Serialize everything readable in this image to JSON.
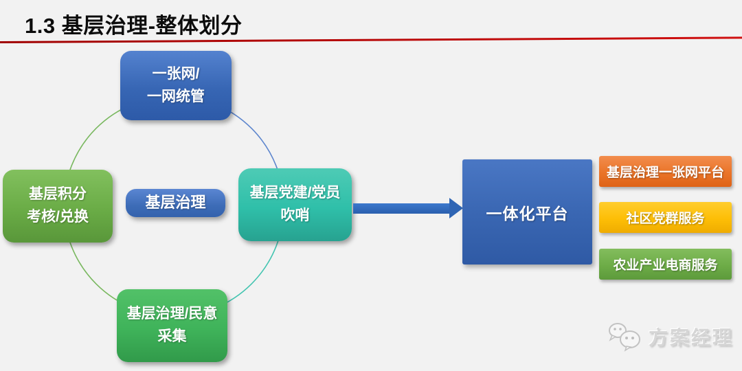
{
  "title": "1.3 基层治理-整体划分",
  "accent": {
    "background": "#f2f2f2",
    "title_rule": "#c00000",
    "arrow": "#2f65b4",
    "circle_arc_green": "#6cb14f",
    "circle_arc_blue": "#4b79c9",
    "circle_arc_teal": "#2fbfa9"
  },
  "diagram": {
    "center_node": {
      "label": "基层治理",
      "color": "#3d6cb7"
    },
    "nodes": {
      "top": {
        "line1": "一张网/",
        "line2": "一网统管",
        "color": "#3766b4"
      },
      "left": {
        "line1": "基层积分",
        "line2": "考核/兑换",
        "color": "#6aac46"
      },
      "right": {
        "line1": "基层党建/党员",
        "line2": "吹哨",
        "color": "#2fbfa9"
      },
      "bottom": {
        "line1": "基层治理/民意",
        "line2": "采集",
        "color": "#3fb35a"
      }
    },
    "platform": {
      "label": "一体化平台",
      "color": "#3a67b3"
    },
    "outputs": [
      {
        "label": "基层治理一张网平台",
        "color": "#ea7428"
      },
      {
        "label": "社区党群服务",
        "color": "#fdbe06"
      },
      {
        "label": "农业产业电商服务",
        "color": "#6dac47"
      }
    ]
  },
  "watermark": {
    "label": "方案经理",
    "icon": "wechat-icon"
  }
}
